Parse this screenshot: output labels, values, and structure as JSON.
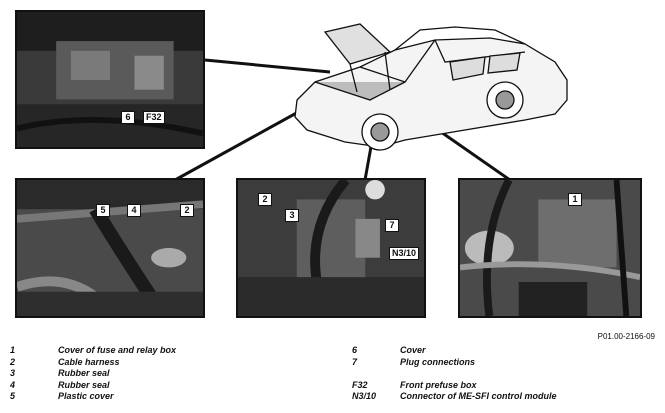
{
  "callouts": {
    "panel_fuse": [
      "6",
      "F32"
    ],
    "panel_seals": [
      "5",
      "4",
      "2"
    ],
    "panel_plug": [
      "2",
      "3",
      "7",
      "N3/10"
    ],
    "panel_cover": [
      "1"
    ]
  },
  "document_ref": "P01.00-2166-09",
  "legend_left": [
    {
      "num": "1",
      "text": "Cover of fuse and relay box"
    },
    {
      "num": "2",
      "text": "Cable harness"
    },
    {
      "num": "3",
      "text": "Rubber seal"
    },
    {
      "num": "4",
      "text": "Rubber seal"
    },
    {
      "num": "5",
      "text": "Plastic cover"
    }
  ],
  "legend_right": [
    {
      "num": "6",
      "text": "Cover"
    },
    {
      "num": "7",
      "text": "Plug connections"
    },
    {
      "num": "",
      "text": ""
    },
    {
      "num": "F32",
      "text": "Front prefuse box"
    },
    {
      "num": "N3/10",
      "text": "Connector of ME-SFI control module"
    }
  ]
}
